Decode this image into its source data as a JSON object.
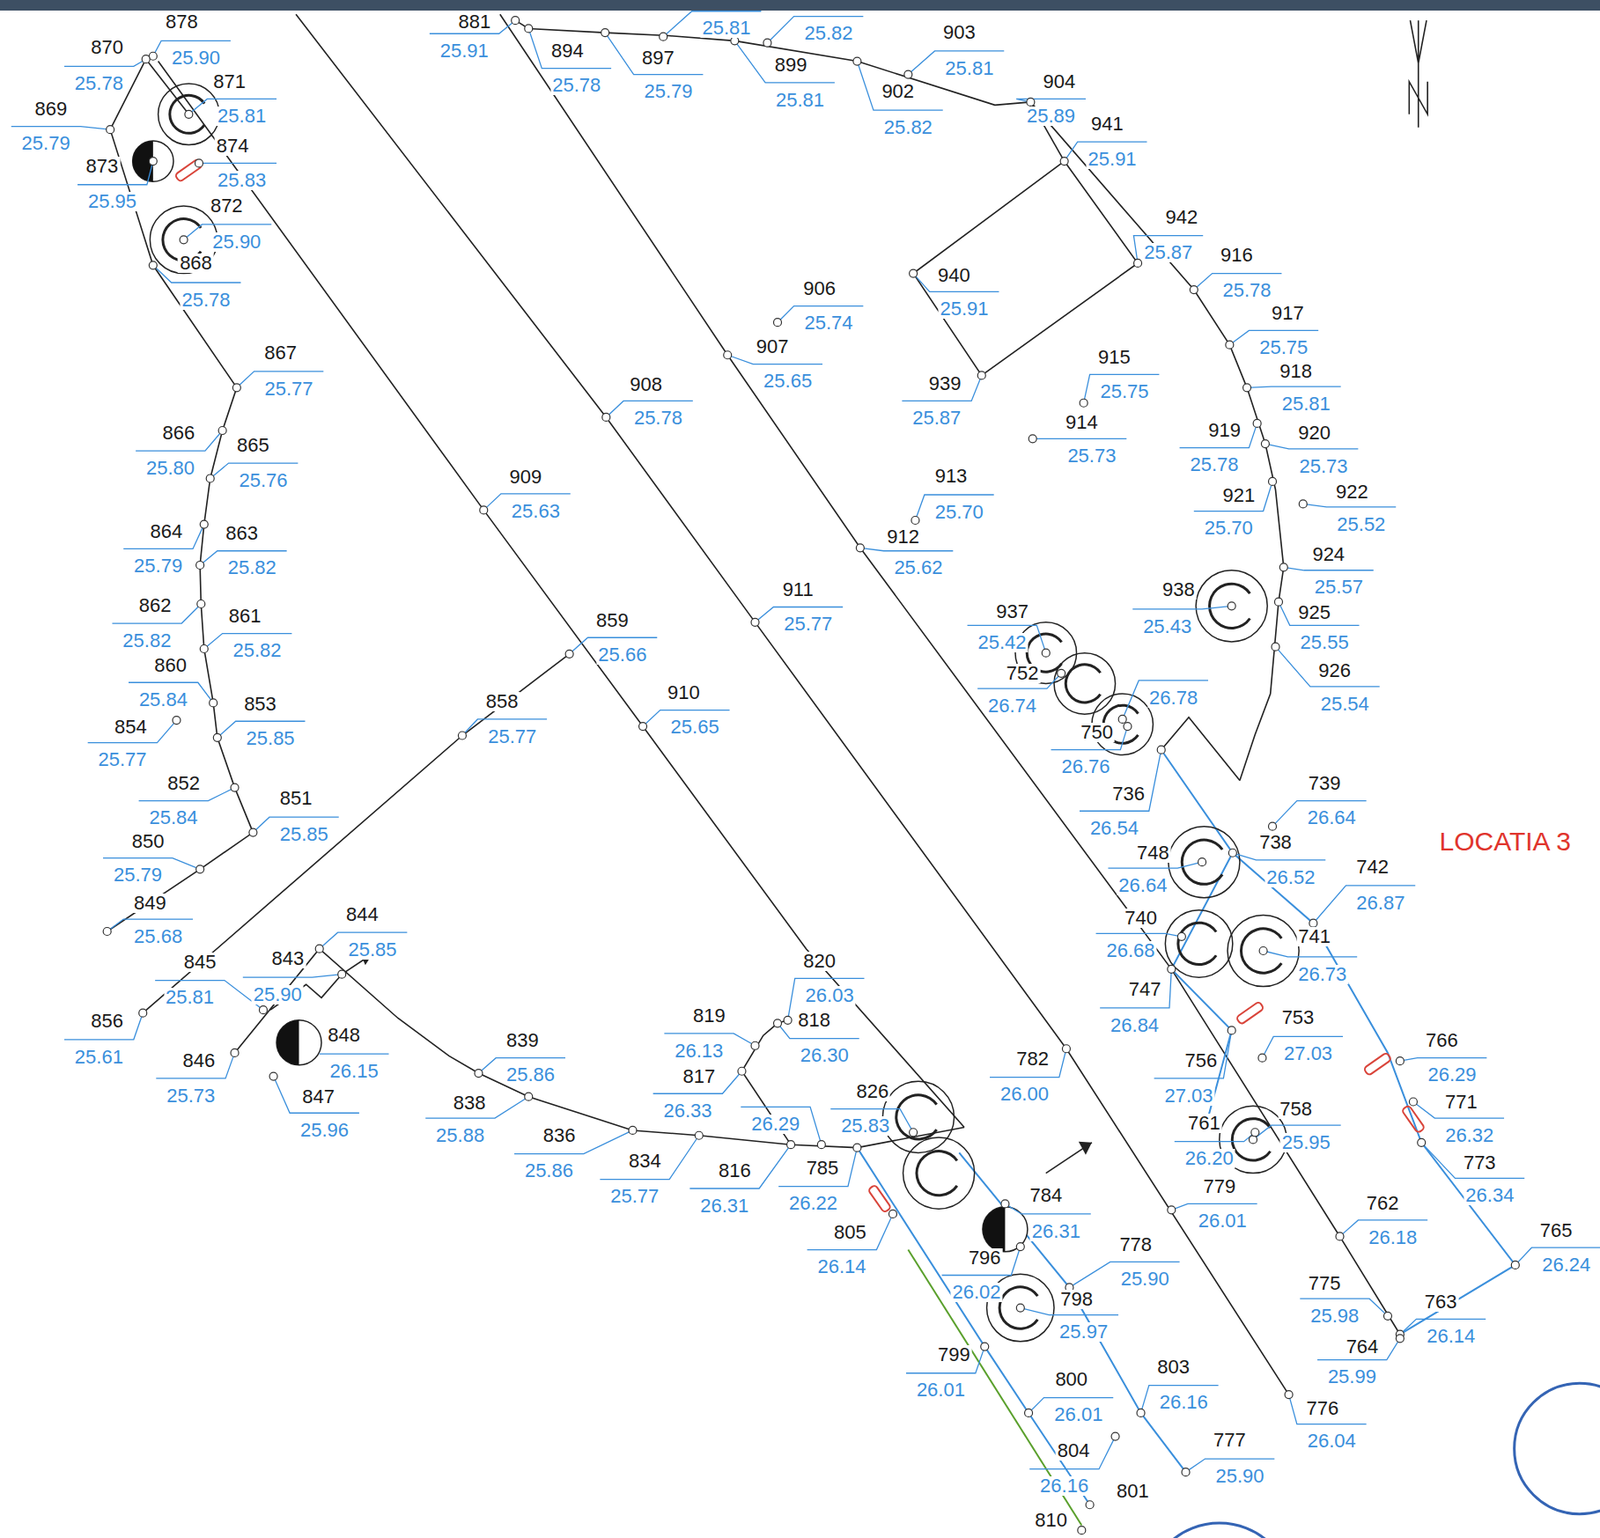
{
  "diagram": {
    "labels": [
      "881",
      "25.91",
      "878",
      "25.90",
      "25.81",
      "25.82",
      "870",
      "25.78",
      "894",
      "25.78",
      "897",
      "25.79",
      "903",
      "25.81",
      "899",
      "25.81",
      "902",
      "25.82",
      "904",
      "25.89",
      "869",
      "25.79",
      "871",
      "25.81",
      "941",
      "25.91",
      "874",
      "25.83",
      "873",
      "25.95",
      "872",
      "25.90",
      "942",
      "25.87",
      "916",
      "25.78",
      "868",
      "25.78",
      "940",
      "25.91",
      "906",
      "25.74",
      "917",
      "25.75",
      "907",
      "25.65",
      "867",
      "25.77",
      "915",
      "25.75",
      "918",
      "25.81",
      "939",
      "25.87",
      "908",
      "25.78",
      "914",
      "25.73",
      "866",
      "25.80",
      "865",
      "25.76",
      "919",
      "25.78",
      "920",
      "25.73",
      "909",
      "25.63",
      "913",
      "25.70",
      "921",
      "25.70",
      "922",
      "25.52",
      "864",
      "25.79",
      "863",
      "25.82",
      "912",
      "25.62",
      "924",
      "25.57",
      "911",
      "25.77",
      "938",
      "25.43",
      "862",
      "25.82",
      "925",
      "25.55",
      "937",
      "25.42",
      "861",
      "25.82",
      "859",
      "25.66",
      "860",
      "25.84",
      "926",
      "25.54",
      "752",
      "26.74",
      "910",
      "25.65",
      "26.78",
      "858",
      "25.77",
      "853",
      "25.85",
      "854",
      "25.77",
      "750",
      "26.76",
      "852",
      "25.84",
      "739",
      "26.64",
      "736",
      "26.54",
      "851",
      "25.85",
      "LOCATIA 3",
      "738",
      "26.52",
      "748",
      "26.64",
      "850",
      "25.79",
      "742",
      "26.87",
      "849",
      "25.68",
      "740",
      "26.68",
      "844",
      "25.85",
      "741",
      "26.73",
      "820",
      "26.03",
      "845",
      "25.81",
      "843",
      "25.90",
      "747",
      "26.84",
      "819",
      "26.13",
      "753",
      "27.03",
      "818",
      "26.30",
      "856",
      "25.61",
      "848",
      "26.15",
      "766",
      "26.29",
      "782",
      "26.00",
      "846",
      "25.73",
      "756",
      "27.03",
      "817",
      "26.33",
      "826",
      "25.83",
      "847",
      "25.96",
      "771",
      "26.32",
      "839",
      "25.86",
      "838",
      "25.88",
      "758",
      "25.95",
      "26.29",
      "761",
      "26.20",
      "836",
      "25.86",
      "773",
      "26.34",
      "834",
      "25.77",
      "785",
      "26.22",
      "816",
      "26.31",
      "784",
      "26.31",
      "779",
      "26.01",
      "762",
      "26.18",
      "765",
      "26.24",
      "805",
      "26.14",
      "778",
      "25.90",
      "796",
      "26.02",
      "775",
      "25.98",
      "798",
      "25.97",
      "763",
      "26.14",
      "764",
      "25.99",
      "799",
      "26.01",
      "803",
      "26.16",
      "800",
      "26.01",
      "776",
      "26.04",
      "777",
      "25.90",
      "804",
      "26.16",
      "801",
      "810"
    ]
  }
}
